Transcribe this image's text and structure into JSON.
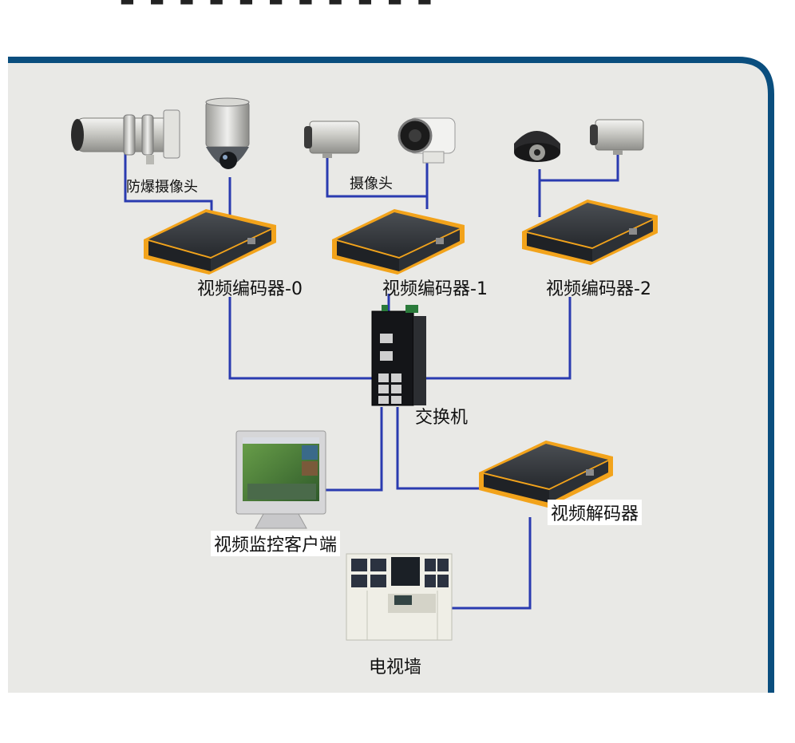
{
  "colors": {
    "panel_bg": "#e9e9e6",
    "panel_border": "#0a4e7e",
    "link_line": "#2a3bb0",
    "device_body": "#2a2d31",
    "device_accent": "#f2a31b"
  },
  "labels": {
    "explosion_proof_camera": "防爆摄像头",
    "camera": "摄像头",
    "encoder_0": "视频编码器-0",
    "encoder_1": "视频编码器-1",
    "encoder_2": "视频编码器-2",
    "switch": "交换机",
    "decoder": "视频解码器",
    "monitor_client": "视频监控客户端",
    "tv_wall": "电视墙"
  },
  "icons": {
    "bullet_camera": "bullet-camera-icon",
    "dome_camera": "dome-camera-icon",
    "box_camera": "box-camera-icon",
    "ir_camera": "ir-camera-icon",
    "encoder": "video-encoder-icon",
    "switch": "network-switch-icon",
    "decoder": "video-decoder-icon",
    "monitor": "monitor-icon",
    "tv_wall": "tv-wall-icon"
  }
}
